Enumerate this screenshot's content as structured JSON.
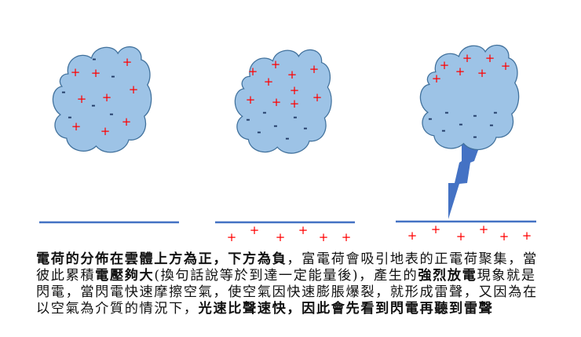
{
  "diagram": {
    "title": "Lightning formation diagram",
    "colors": {
      "cloud_fill": "#9DC3E6",
      "cloud_stroke": "#41719C",
      "positive_charge": "#FF0000",
      "negative_charge": "#1F3864",
      "ground_line": "#4472C4",
      "lightning_bolt": "#4472C4"
    },
    "panels": [
      {
        "name": "stage-1-mixed-charges",
        "cloud_box": [
          65,
          54,
          192,
          196
        ],
        "positive_charges": [
          [
            96,
            92
          ],
          [
            122,
            93
          ],
          [
            162,
            79
          ],
          [
            170,
            114
          ],
          [
            104,
            126
          ],
          [
            136,
            124
          ],
          [
            161,
            155
          ],
          [
            97,
            161
          ],
          [
            134,
            167
          ]
        ],
        "negative_charges": [
          [
            120,
            76
          ],
          [
            144,
            98
          ],
          [
            81,
            118
          ],
          [
            119,
            135
          ],
          [
            89,
            150
          ],
          [
            142,
            146
          ]
        ],
        "ground_line": [
          50,
          228,
          283
        ],
        "ground_charges": [],
        "lightning": false
      },
      {
        "name": "stage-2-separated-charges",
        "cloud_box": [
          297,
          58,
          421,
          197
        ],
        "positive_charges": [
          [
            322,
            91
          ],
          [
            351,
            82
          ],
          [
            372,
            95
          ],
          [
            400,
            88
          ],
          [
            342,
            104
          ],
          [
            375,
            115
          ],
          [
            319,
            127
          ],
          [
            352,
            130
          ],
          [
            375,
            132
          ],
          [
            404,
            124
          ]
        ],
        "negative_charges": [
          [
            337,
            144
          ],
          [
            316,
            153
          ],
          [
            376,
            150
          ],
          [
            351,
            161
          ],
          [
            330,
            169
          ],
          [
            389,
            164
          ],
          [
            366,
            177
          ]
        ],
        "ground_line": [
          274,
          452,
          283
        ],
        "ground_charges": [
          [
            295,
            302
          ],
          [
            324,
            293
          ],
          [
            357,
            302
          ],
          [
            386,
            293
          ],
          [
            412,
            302
          ],
          [
            441,
            302
          ]
        ],
        "lightning": false
      },
      {
        "name": "stage-3-discharge",
        "cloud_box": [
          533,
          52,
          660,
          193
        ],
        "positive_charges": [
          [
            566,
            83
          ],
          [
            595,
            74
          ],
          [
            624,
            74
          ],
          [
            644,
            84
          ],
          [
            586,
            91
          ],
          [
            614,
            93
          ],
          [
            556,
            100
          ]
        ],
        "negative_charges": [
          [
            569,
            144
          ],
          [
            548,
            152
          ],
          [
            605,
            148
          ],
          [
            631,
            144
          ],
          [
            587,
            159
          ],
          [
            626,
            160
          ],
          [
            565,
            167
          ],
          [
            605,
            175
          ]
        ],
        "ground_line": [
          504,
          683,
          282
        ],
        "ground_charges": [
          [
            525,
            300
          ],
          [
            555,
            292
          ],
          [
            587,
            301
          ],
          [
            616,
            292
          ],
          [
            642,
            301
          ],
          [
            671,
            300
          ]
        ],
        "lightning": true
      }
    ],
    "symbols": {
      "positive": "+",
      "negative": "-"
    }
  },
  "caption": {
    "lines": [
      [
        {
          "text": "電荷的分佈在雲體上方為正，下方為負",
          "bold": true
        },
        {
          "text": "，富電荷會吸引地表的正電荷聚集，當",
          "bold": false
        }
      ],
      [
        {
          "text": "彼此累積",
          "bold": false
        },
        {
          "text": "電壓夠大",
          "bold": true
        },
        {
          "text": "(換句話說等於到達一定能量後)，產生的",
          "bold": false
        },
        {
          "text": "強烈放電",
          "bold": true
        },
        {
          "text": "現象就是",
          "bold": false
        }
      ],
      [
        {
          "text": "閃電，當閃電快速摩擦空氣，使空氣因快速膨脹爆裂，就形成雷聲，又因為在",
          "bold": false
        }
      ],
      [
        {
          "text": "以空氣為介質的情況下，",
          "bold": false
        },
        {
          "text": "光速比聲速快，因此會先看到閃電再聽到雷聲",
          "bold": true
        }
      ]
    ]
  }
}
